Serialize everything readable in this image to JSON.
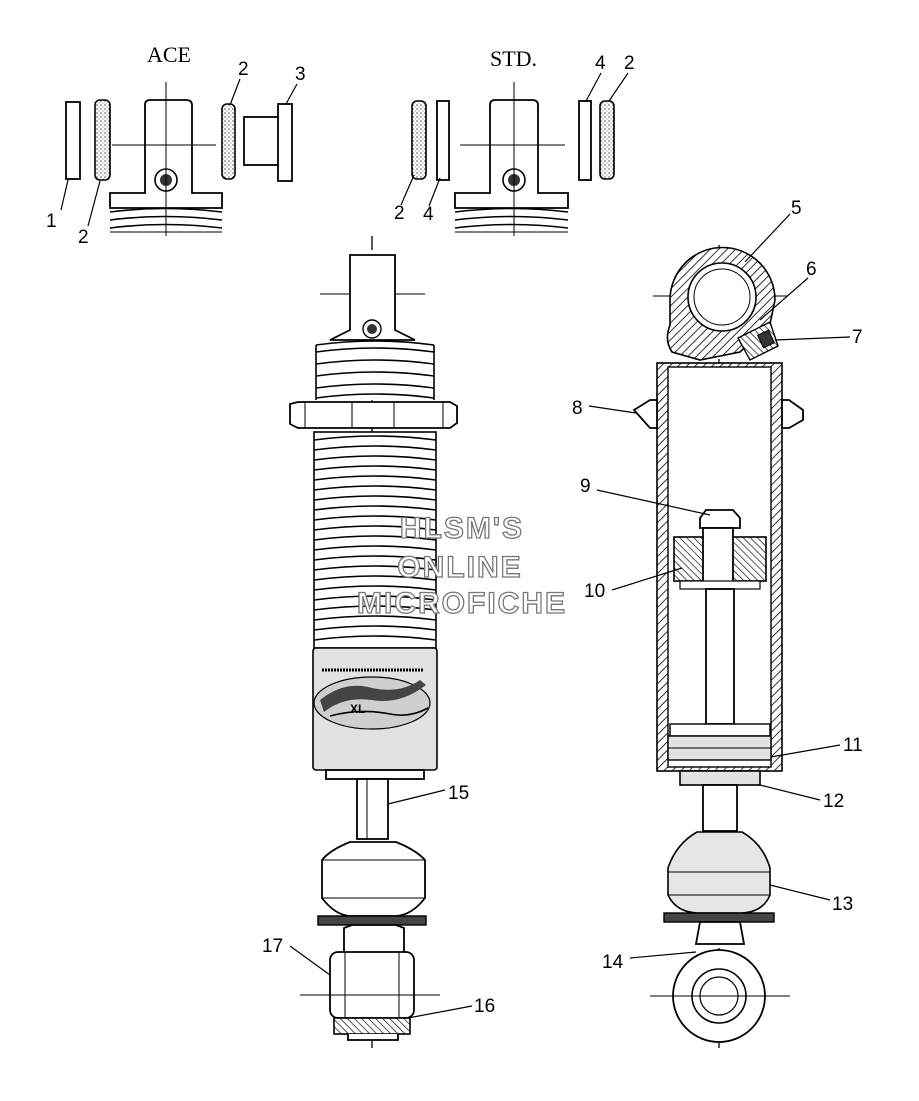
{
  "titles": {
    "ace": "ACE",
    "std": "STD."
  },
  "callouts": {
    "n1": "1",
    "n2": "2",
    "n3": "3",
    "n4": "4",
    "n5": "5",
    "n6": "6",
    "n7": "7",
    "n8": "8",
    "n9": "9",
    "n10": "10",
    "n11": "11",
    "n12": "12",
    "n13": "13",
    "n14": "14",
    "n15": "15",
    "n16": "16",
    "n17": "17"
  },
  "watermark": {
    "line1": "HLSM'S",
    "line2": "ONLINE",
    "line3": "MICROFICHE"
  }
}
